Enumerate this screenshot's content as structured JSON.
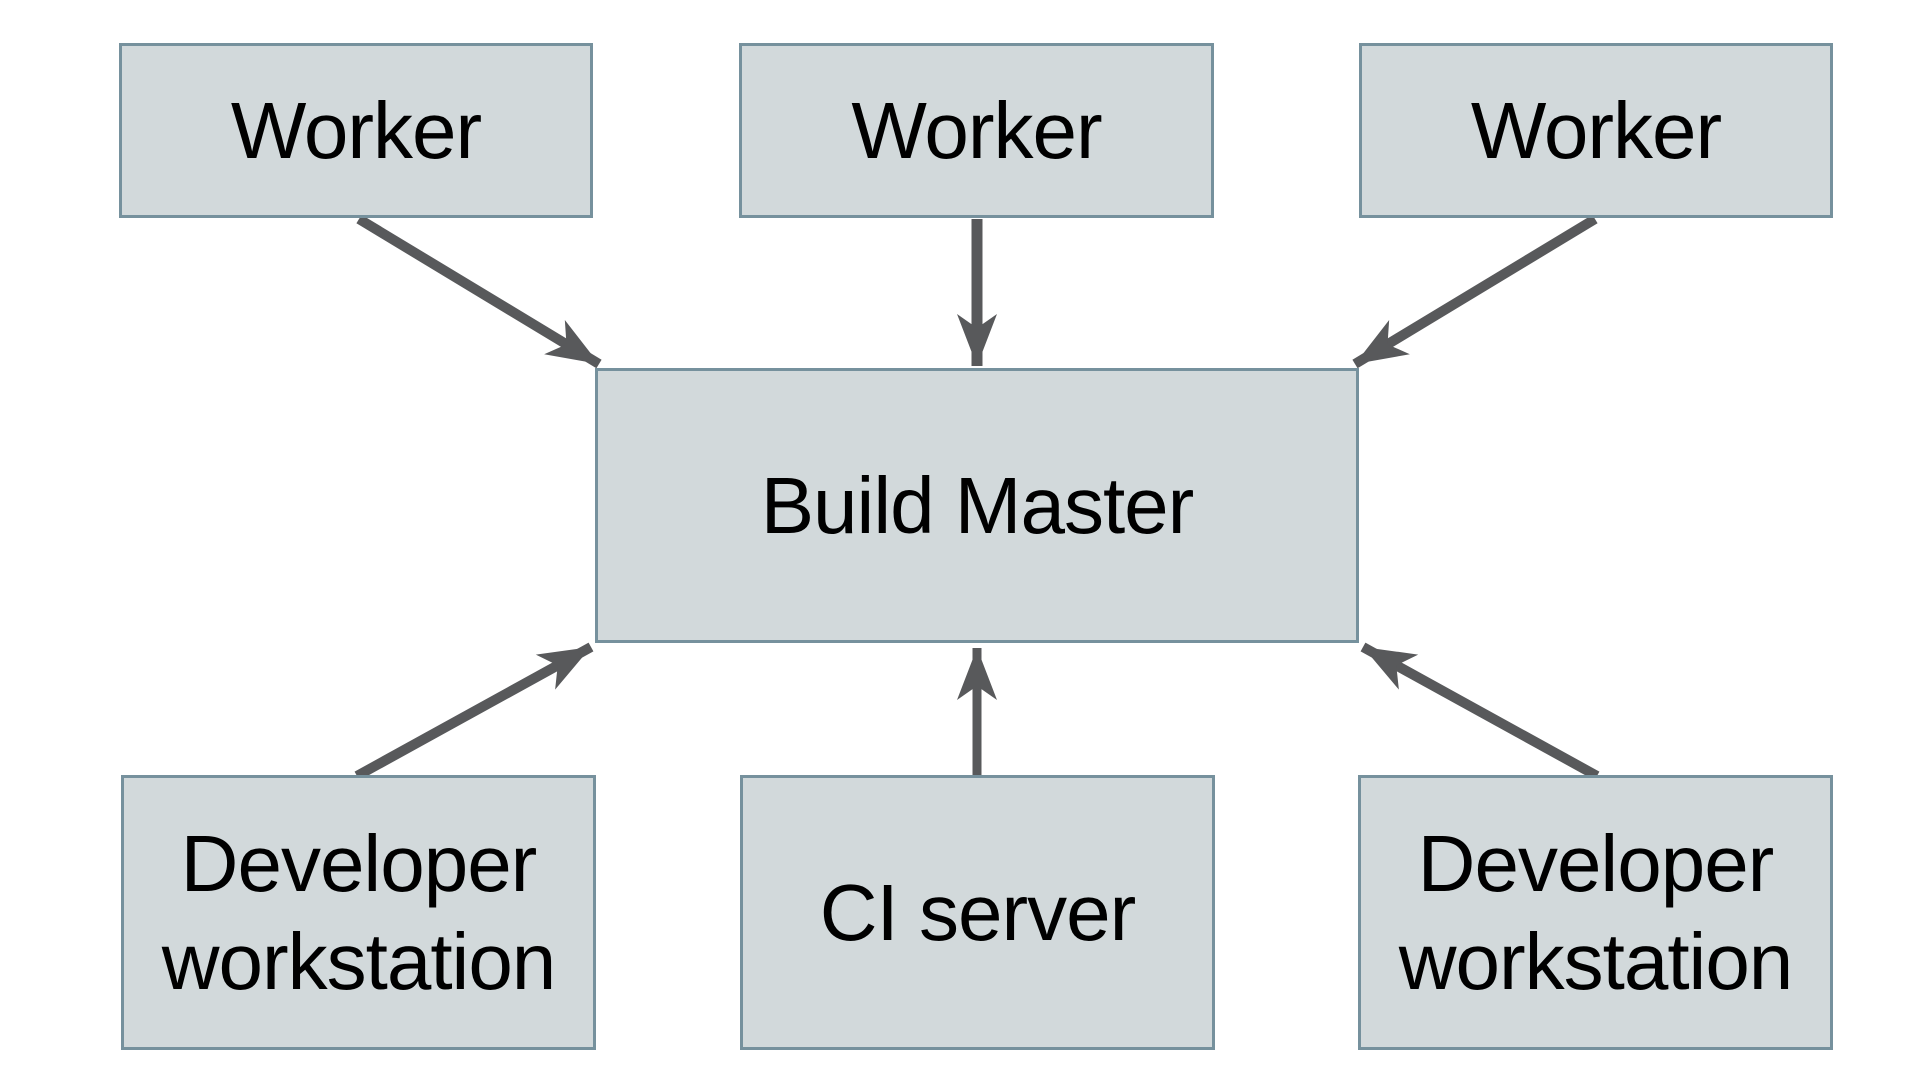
{
  "diagram": {
    "type": "architecture-diagram",
    "nodes": {
      "worker1": {
        "label": "Worker"
      },
      "worker2": {
        "label": "Worker"
      },
      "worker3": {
        "label": "Worker"
      },
      "build_master": {
        "label": "Build Master"
      },
      "dev_left": {
        "label": "Developer workstation"
      },
      "ci_server": {
        "label": "CI server"
      },
      "dev_right": {
        "label": "Developer workstation"
      }
    },
    "edges": [
      {
        "from": "worker1",
        "to": "build_master"
      },
      {
        "from": "worker2",
        "to": "build_master"
      },
      {
        "from": "worker3",
        "to": "build_master"
      },
      {
        "from": "dev_left",
        "to": "build_master"
      },
      {
        "from": "ci_server",
        "to": "build_master"
      },
      {
        "from": "dev_right",
        "to": "build_master"
      }
    ],
    "colors": {
      "background": "#ffffff",
      "node_fill": "#d2d9db",
      "node_border": "#76919d",
      "arrow": "#58595b",
      "text": "#000000"
    }
  }
}
